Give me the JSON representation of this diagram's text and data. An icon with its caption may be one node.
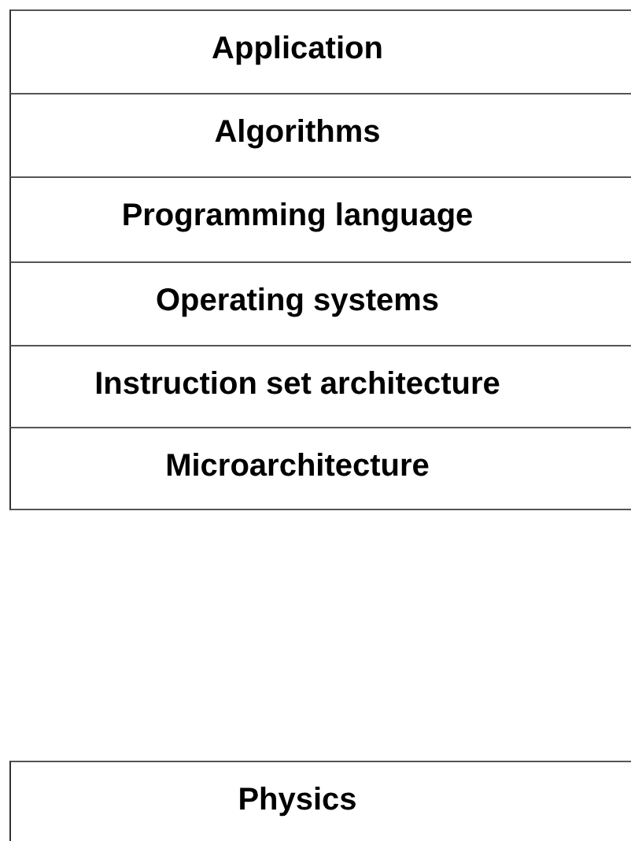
{
  "diagram": {
    "nodes": [
      {
        "text": [
          "Application"
        ]
      },
      {
        "text": [
          "Algorithms"
        ]
      },
      {
        "text": [
          "Programming language"
        ]
      },
      {
        "text": [
          "Operating systems"
        ]
      },
      {
        "text": [
          "Instruction set architecture"
        ]
      },
      {
        "text": [
          "Microarchitecture"
        ]
      },
      {
        "text": [
          "Physics"
        ]
      }
    ]
  }
}
